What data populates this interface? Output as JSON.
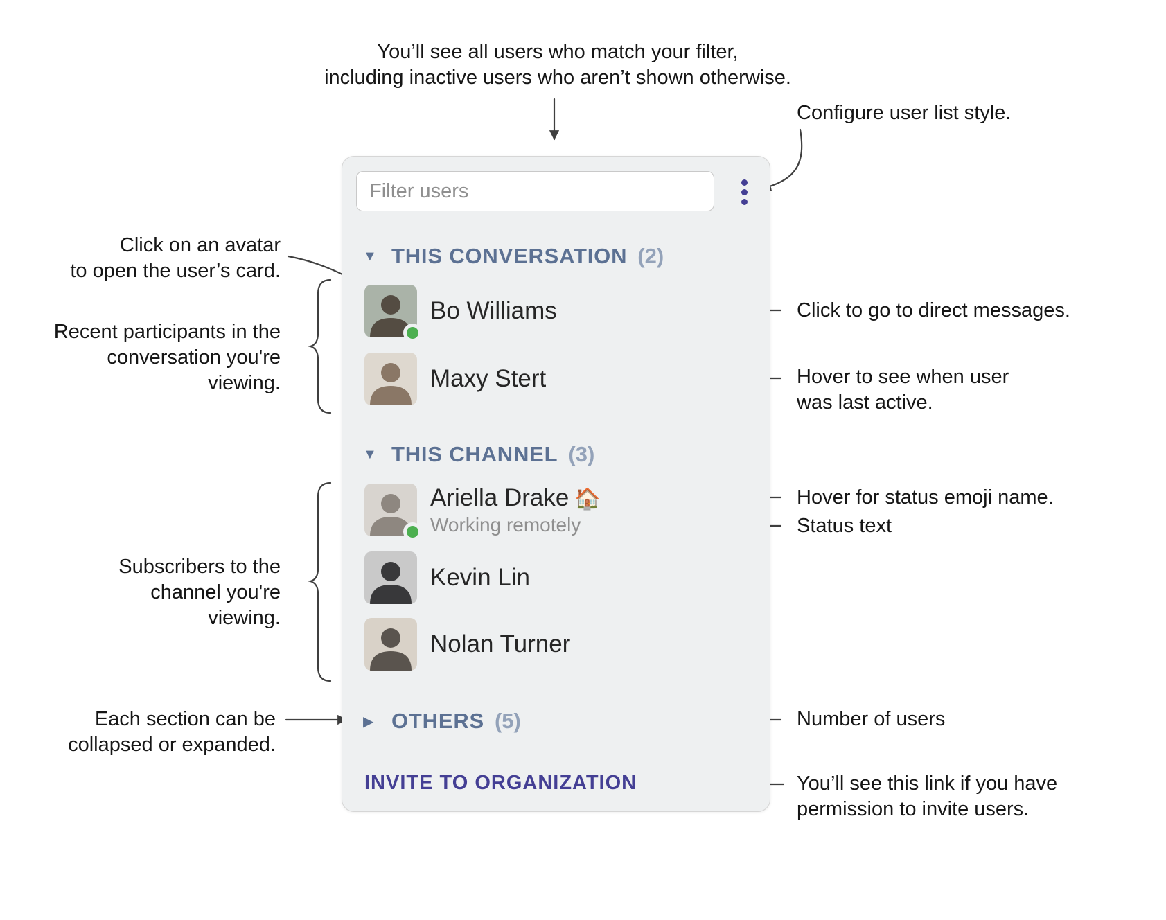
{
  "annotations": {
    "filter_note": "You’ll see all users who match your filter,\nincluding inactive users who aren’t shown otherwise.",
    "configure_note": "Configure user list style.",
    "avatar_note": "Click on an avatar\nto open the user’s card.",
    "recent_note": "Recent participants in the\nconversation you're viewing.",
    "subscribers_note": "Subscribers to the\nchannel you're viewing.",
    "sections_note": "Each section can be\ncollapsed or expanded.",
    "dm_note": "Click to go to direct messages.",
    "last_active_note": "Hover to see when user\nwas last active.",
    "emoji_note": "Hover for status emoji name.",
    "status_note": "Status text",
    "count_note": "Number of users",
    "invite_note": "You’ll see this link if you have\npermission to invite users."
  },
  "panel": {
    "filter_placeholder": "Filter users",
    "sections": [
      {
        "label": "THIS CONVERSATION",
        "count": "(2)",
        "disclosure": "▼",
        "users": [
          {
            "name": "Bo Williams",
            "online": true
          },
          {
            "name": "Maxy Stert",
            "online": false
          }
        ]
      },
      {
        "label": "THIS CHANNEL",
        "count": "(3)",
        "disclosure": "▼",
        "users": [
          {
            "name": "Ariella Drake",
            "status_emoji": "🏠",
            "status_text": "Working remotely",
            "online": true
          },
          {
            "name": "Kevin Lin",
            "online": false
          },
          {
            "name": "Nolan Turner",
            "online": false
          }
        ]
      },
      {
        "label": "OTHERS",
        "count": "(5)",
        "disclosure": "▶",
        "users": []
      }
    ],
    "invite_label": "INVITE TO ORGANIZATION"
  },
  "colors": {
    "accent": "#443f94",
    "section_header": "#5c7193",
    "presence_online": "#4caf50",
    "panel_bg": "#eef0f1",
    "connector_line": "#3f3f3f"
  }
}
